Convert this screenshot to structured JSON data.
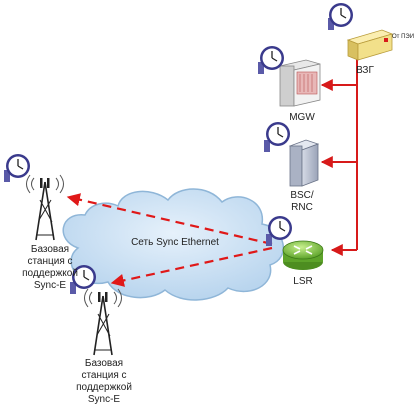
{
  "colors": {
    "link_solid": "#d71a1a",
    "link_dashed": "#e01818",
    "cloud_fill": "#c9dff1",
    "cloud_edge": "#8fb6d8",
    "clock_face": "#ffffff",
    "clock_rim": "#3a3a8c",
    "clock_body": "#5a5aa8",
    "router_green": "#8fd14f",
    "vzg_box": "#f2e08a"
  },
  "nodes": {
    "vzg": {
      "label": "ВЗГ",
      "input_label": "От ПЭИ",
      "icon": "reference-clock-generator"
    },
    "mgw": {
      "label": "MGW",
      "icon": "media-gateway-rack"
    },
    "bsc": {
      "label": "BSC/\nRNC",
      "icon": "server-tower"
    },
    "lsr": {
      "label": "LSR",
      "icon": "router"
    },
    "bs1": {
      "label": "Базовая\nстанция с\nподдержкой\nSync-E",
      "icon": "radio-tower"
    },
    "bs2": {
      "label": "Базовая\nстанция с\nподдержкой\nSync-E",
      "icon": "radio-tower"
    }
  },
  "network": {
    "label": "Сеть Sync Ethernet",
    "icon": "cloud"
  }
}
